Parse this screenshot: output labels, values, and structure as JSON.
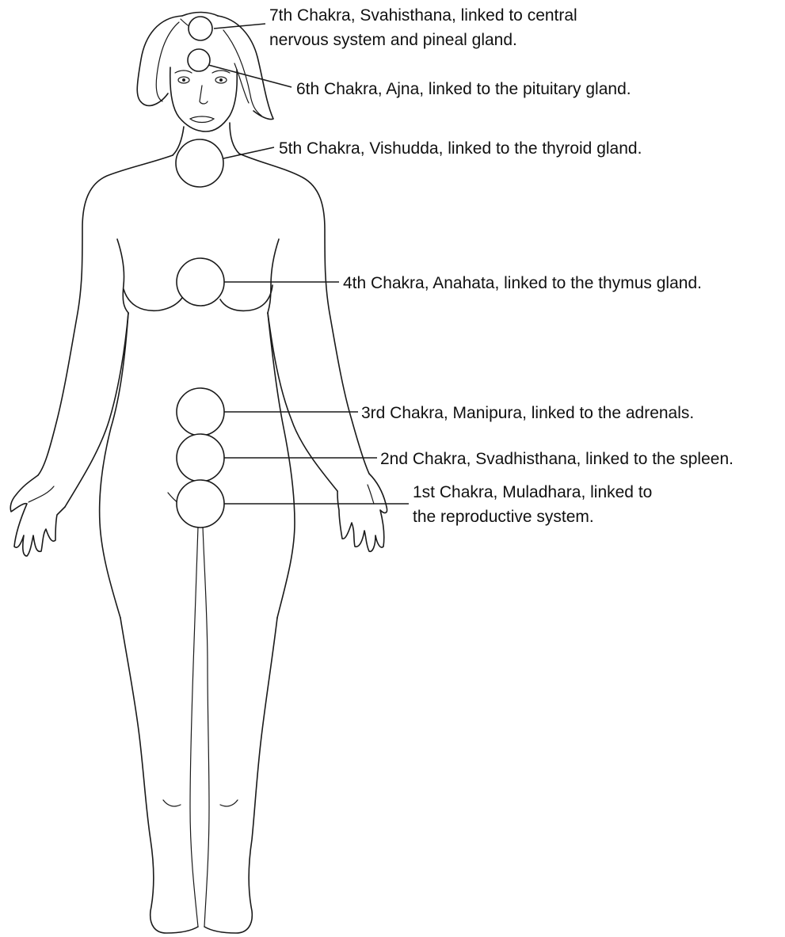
{
  "colors": {
    "line": "#1a1a1a",
    "background": "#ffffff"
  },
  "chakras": [
    {
      "id": "7",
      "lines": [
        "7th Chakra, Svahisthana, linked to central",
        "nervous system and pineal gland."
      ]
    },
    {
      "id": "6",
      "lines": [
        "6th Chakra, Ajna, linked to the pituitary gland."
      ]
    },
    {
      "id": "5",
      "lines": [
        "5th Chakra, Vishudda, linked to the thyroid gland."
      ]
    },
    {
      "id": "4",
      "lines": [
        "4th Chakra, Anahata, linked to the thymus gland."
      ]
    },
    {
      "id": "3",
      "lines": [
        "3rd Chakra, Manipura, linked to the adrenals."
      ]
    },
    {
      "id": "2",
      "lines": [
        "2nd Chakra, Svadhisthana, linked to the spleen."
      ]
    },
    {
      "id": "1",
      "lines": [
        "1st Chakra, Muladhara, linked to",
        "the reproductive system."
      ]
    }
  ]
}
